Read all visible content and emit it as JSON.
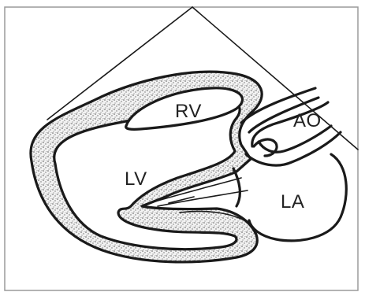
{
  "labels": {
    "rv": "RV",
    "lv": "LV",
    "ao": "AO",
    "la": "LA"
  },
  "colors": {
    "ink": "#1a1a1a",
    "frame": "#9a9a9a",
    "stipple": "#6b6b6b",
    "background": "#ffffff"
  }
}
